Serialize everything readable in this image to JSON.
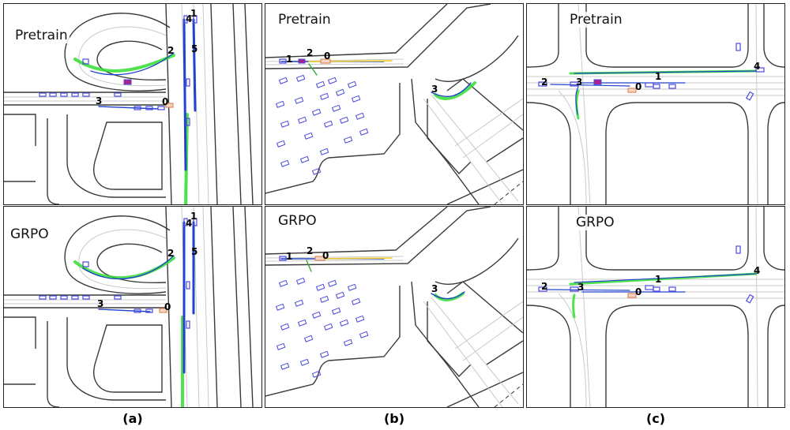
{
  "colors": {
    "road_line": "#3a3a3a",
    "lane_line": "#c9c9c9",
    "agent_box": "#4a4ae0",
    "ego_box": "#e08a5a",
    "target_path": "#33dd33",
    "pred_path": "#2244cc",
    "ego_path": "#f2d23a",
    "highlight": "#b0208a"
  },
  "row_titles": [
    "Pretrain",
    "GRPO"
  ],
  "captions": [
    "(a)",
    "(b)",
    "(c)"
  ],
  "panels": [
    {
      "column": "(a)",
      "title": "Pretrain",
      "agent_labels": [
        "0",
        "1",
        "2",
        "3",
        "4",
        "5"
      ]
    },
    {
      "column": "(b)",
      "title": "Pretrain",
      "agent_labels": [
        "0",
        "1",
        "2",
        "3"
      ]
    },
    {
      "column": "(c)",
      "title": "Pretrain",
      "agent_labels": [
        "0",
        "1",
        "2",
        "3",
        "4"
      ]
    },
    {
      "column": "(a)",
      "title": "GRPO",
      "agent_labels": [
        "0",
        "1",
        "2",
        "3",
        "4",
        "5"
      ]
    },
    {
      "column": "(b)",
      "title": "GRPO",
      "agent_labels": [
        "0",
        "1",
        "2",
        "3"
      ]
    },
    {
      "column": "(c)",
      "title": "GRPO",
      "agent_labels": [
        "0",
        "1",
        "2",
        "3",
        "4"
      ]
    }
  ]
}
